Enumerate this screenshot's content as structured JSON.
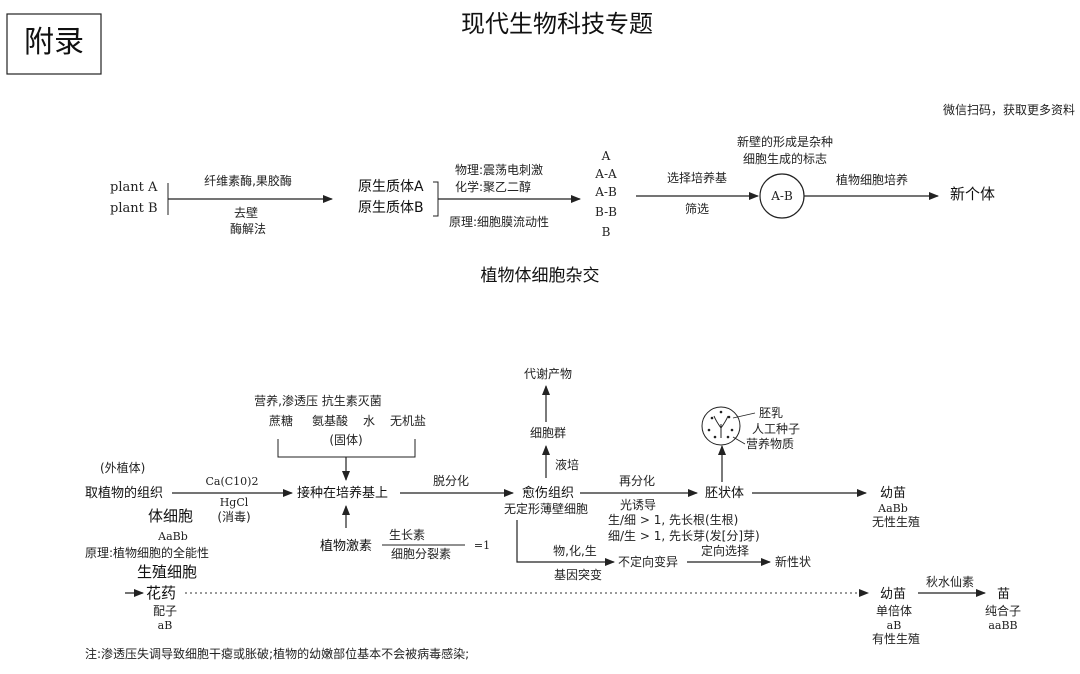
{
  "header": {
    "badge": "附录",
    "title": "现代生物科技专题",
    "wechat_note": "微信扫码，获取更多资料"
  },
  "section1": {
    "plant_a": "plant A",
    "plant_b": "plant B",
    "enzymes": "纤维素酶,果胶酶",
    "remove_wall": "去壁",
    "enzyme_method": "酶解法",
    "proto_a": "原生质体A",
    "proto_b": "原生质体B",
    "physical": "物理:震荡电刺激",
    "chemical": "化学:聚乙二醇",
    "principle": "原理:细胞膜流动性",
    "combos": [
      "A",
      "A-A",
      "A-B",
      "B-B",
      "B"
    ],
    "select_medium": "选择培养基",
    "screen": "筛选",
    "new_wall_line1": "新壁的形成是杂种",
    "new_wall_line2": "细胞生成的标志",
    "hybrid_cell": "A-B",
    "plant_culture": "植物细胞培养",
    "new_individual": "新个体",
    "section_title": "植物体细胞杂交"
  },
  "section2": {
    "metabolite": "代谢产物",
    "cell_group": "细胞群",
    "liquid_culture": "液培",
    "nutrient_header": "营养,渗透压 抗生素灭菌",
    "sugar": "蔗糖",
    "amino": "氨基酸",
    "water": "水",
    "salt": "无机盐",
    "solid": "(固体)",
    "explant": "(外植体)",
    "take_tissue": "取植物的组织",
    "ca_clo": "Ca(C10)2",
    "hgcl": "HgCl",
    "disinfect": "(消毒)",
    "somatic": "体细胞",
    "aabb_somatic": "AaBb",
    "totipotency": "原理:植物细胞的全能性",
    "germ_cell": "生殖细胞",
    "anther": "花药",
    "gamete": "配子",
    "ab_gamete": "aB",
    "inoculate": "接种在培养基上",
    "hormone": "植物激素",
    "auxin": "生长素",
    "cytokinin": "细胞分裂素",
    "eq_one": "=1",
    "dediff": "脱分化",
    "callus": "愈伤组织",
    "amorphous": "无定形薄壁细胞",
    "rediff": "再分化",
    "light_induce": "光诱导",
    "ratio1": "生/细 > 1, 先长根(生根)",
    "ratio2": "细/生 > 1, 先长芽(发[分]芽)",
    "embryoid": "胚状体",
    "endosperm": "胚乳",
    "artificial_seed": "人工种子",
    "nutrient_matter": "营养物质",
    "mutagens": "物,化,生",
    "gene_mutation": "基因突变",
    "random_var": "不定向变异",
    "directed_sel": "定向选择",
    "new_trait": "新性状",
    "seedling1": "幼苗",
    "aabb_seedling": "AaBb",
    "asexual": "无性生殖",
    "seedling2": "幼苗",
    "haploid": "单倍体",
    "ab_haploid": "aB",
    "sexual": "有性生殖",
    "colchicine": "秋水仙素",
    "sprout": "苗",
    "homozygote": "纯合子",
    "aabb_homo": "aaBB"
  },
  "footer": {
    "note": "注:渗透压失调导致细胞干瘪或胀破;植物的幼嫩部位基本不会被病毒感染;"
  }
}
